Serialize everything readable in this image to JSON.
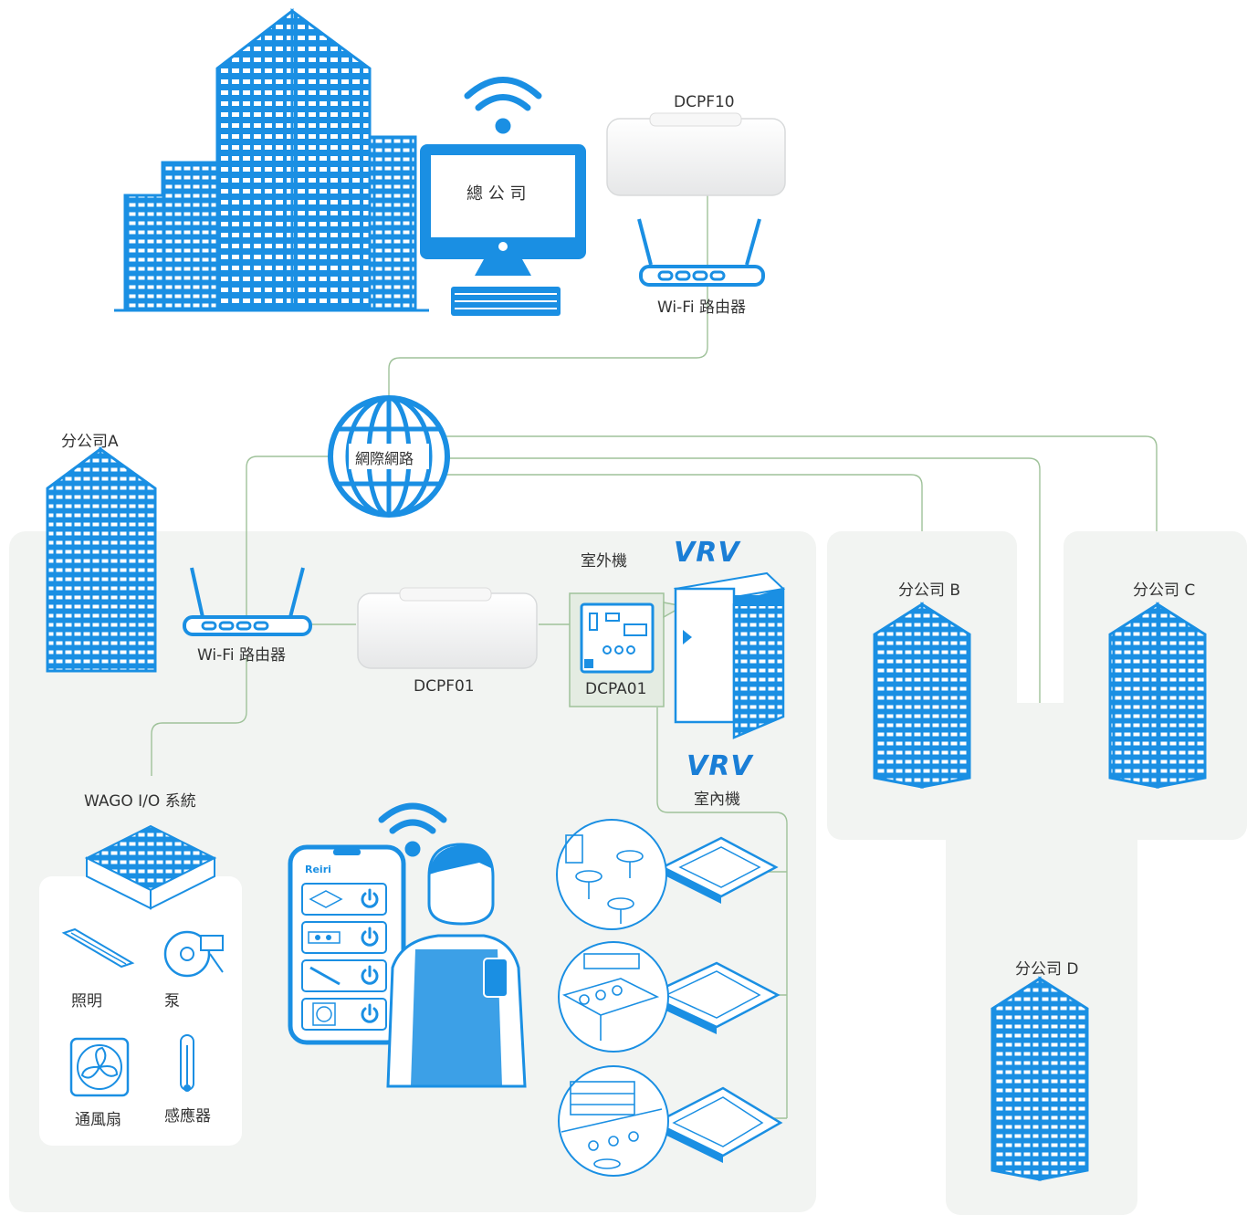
{
  "colors": {
    "primary_blue": "#1a8fe3",
    "dark_blue": "#0b74c8",
    "panel_bg": "#f2f4f2",
    "connector_green": "#9fc29a"
  },
  "head_office": {
    "label": "總 公 司",
    "controller_label": "DCPF10",
    "router_label": "Wi-Fi 路由器"
  },
  "internet_label": "網際網路",
  "branch_a": {
    "title": "分公司A",
    "router_label": "Wi-Fi 路由器",
    "controller_label": "DCPF01",
    "adapter_label": "DCPA01",
    "outdoor_label": "室外機",
    "indoor_label": "室內機",
    "vrv_logo_outdoor": "VRV",
    "vrv_logo_indoor": "VRV",
    "wago_label": "WAGO I/O 系統",
    "app_brand": "Reiri",
    "devices": [
      {
        "label": "照明",
        "icon": "light-icon"
      },
      {
        "label": "泵",
        "icon": "pump-icon"
      },
      {
        "label": "通風扇",
        "icon": "ventilation-fan-icon"
      },
      {
        "label": "感應器",
        "icon": "thermometer-icon"
      }
    ]
  },
  "branches": [
    {
      "label": "分公司 B"
    },
    {
      "label": "分公司 C"
    },
    {
      "label": "分公司 D"
    }
  ]
}
